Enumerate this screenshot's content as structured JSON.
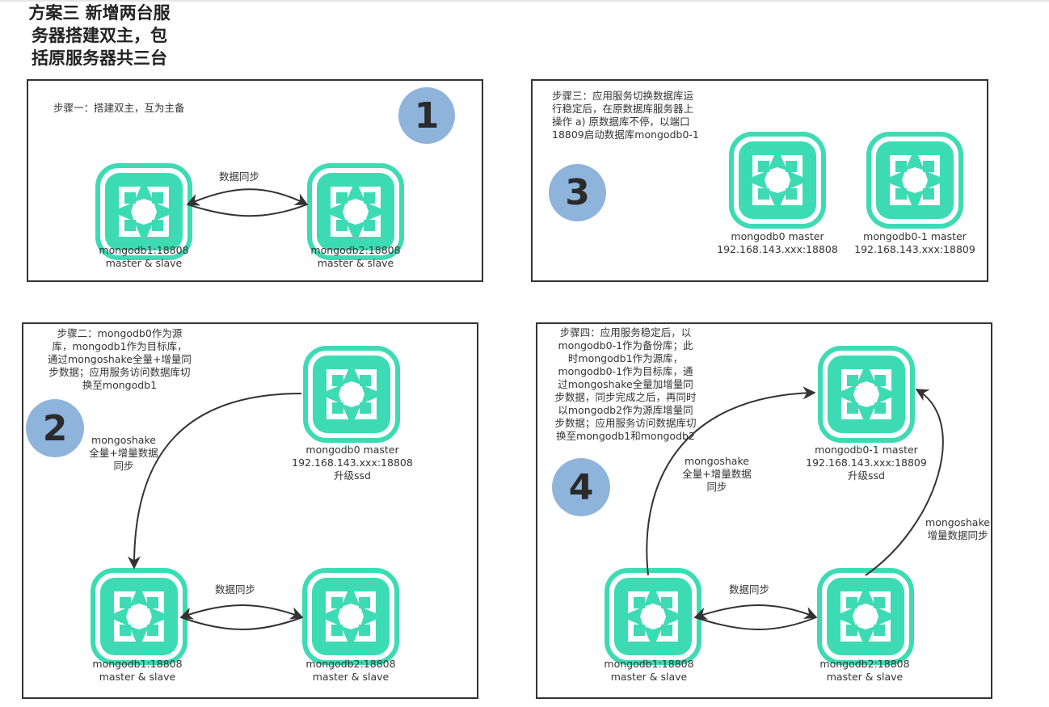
{
  "title_lines": [
    "方案三 新增两台服",
    "务器搭建双主，包",
    "括原服务器共三台"
  ],
  "panel1": {
    "badge": "1",
    "step": "步骤一：搭建双主，互为主备",
    "sync_label": "数据同步",
    "node_a": {
      "line1": "mongodb1:18808",
      "line2": "master & slave"
    },
    "node_b": {
      "line1": "mongodb2:18808",
      "line2": "master & slave"
    }
  },
  "panel2": {
    "badge": "2",
    "step_lines": [
      "步骤二：mongodb0作为源",
      "库，mongodb1作为目标库，",
      "通过mongoshake全量+增量同",
      "步数据；应用服务访问数据库切",
      "换至mongodb1"
    ],
    "shake_lines": [
      "mongoshake",
      "全量+增量数据",
      "同步"
    ],
    "sync_label": "数据同步",
    "node_src": {
      "line1": "mongodb0 master",
      "line2": "192.168.143.xxx:18808",
      "line3": "升级ssd"
    },
    "node_a": {
      "line1": "mongodb1:18808",
      "line2": "master & slave"
    },
    "node_b": {
      "line1": "mongodb2:18808",
      "line2": "master & slave"
    }
  },
  "panel3": {
    "badge": "3",
    "step_lines": [
      "步骤三：应用服务切换数据库运",
      "行稳定后，在原数据库服务器上",
      "操作 a) 原数据库不停，以端口",
      "18809启动数据库mongodb0-1"
    ],
    "node_a": {
      "line1": "mongodb0 master",
      "line2": "192.168.143.xxx:18808"
    },
    "node_b": {
      "line1": "mongodb0-1 master",
      "line2": "192.168.143.xxx:18809"
    }
  },
  "panel4": {
    "badge": "4",
    "step_lines": [
      "步骤四：应用服务稳定后，以",
      "mongodb0-1作为备份库；此",
      "时mongodb1作为源库，",
      "mongodb0-1作为目标库，通",
      "过mongoshake全量加增量同",
      "步数据，同步完成之后，再同时",
      "以mongodb2作为源库增量同",
      "步数据；应用服务访问数据库切",
      "换至mongodb1和mongodb2"
    ],
    "shake_full_lines": [
      "mongoshake",
      "全量+增量数据",
      "同步"
    ],
    "shake_inc_lines": [
      "mongoshake",
      "增量数据同步"
    ],
    "sync_label": "数据同步",
    "node_top": {
      "line1": "mongodb0-1 master",
      "line2": "192.168.143.xxx:18809",
      "line3": "升级ssd"
    },
    "node_a": {
      "line1": "mongodb1:18808",
      "line2": "master & slave"
    },
    "node_b": {
      "line1": "mongodb2:18808",
      "line2": "master & slave"
    }
  },
  "colors": {
    "node": "#3ddbb4",
    "badge": "#8fb4dc",
    "border": "#333333"
  },
  "icons": {
    "database_node": "mongodb-node-icon"
  }
}
